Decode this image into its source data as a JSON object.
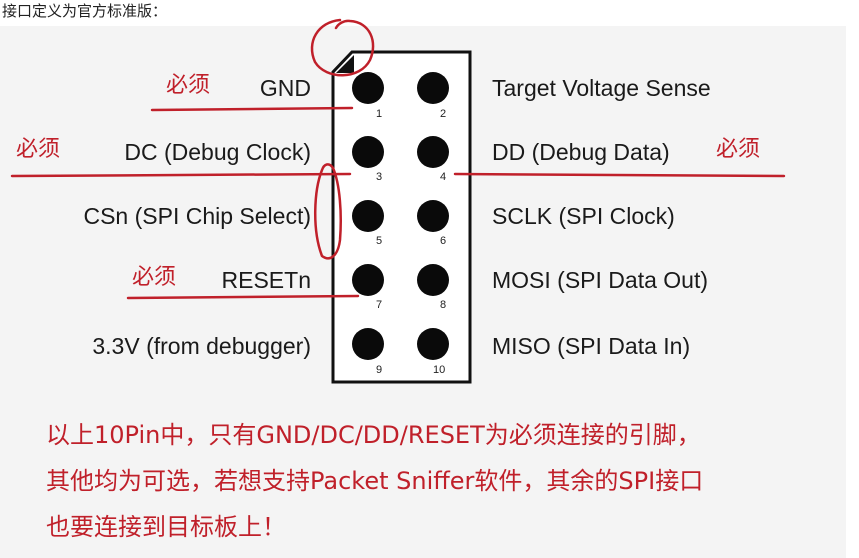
{
  "intro_text": "接口定义为官方标准版：",
  "required_marker": "必须",
  "left_labels": [
    "GND",
    "DC (Debug Clock)",
    "CSn (SPI Chip Select)",
    "RESETn",
    "3.3V (from debugger)"
  ],
  "right_labels": [
    "Target Voltage Sense",
    "DD (Debug Data)",
    "SCLK (SPI Clock)",
    "MOSI (SPI Data Out)",
    "MISO (SPI Data In)"
  ],
  "pin_numbers": [
    "1",
    "2",
    "3",
    "4",
    "5",
    "6",
    "7",
    "8",
    "9",
    "10"
  ],
  "required_pins": [
    "GND",
    "DC (Debug Clock)",
    "DD (Debug Data)",
    "RESETn"
  ],
  "note_lines": [
    "以上10Pin中，只有GND/DC/DD/RESET为必须连接的引脚，",
    "其他均为可选，若想支持Packet Sniffer软件，其余的SPI接口",
    "也要连接到目标板上！"
  ],
  "colors": {
    "annotation": "#c0202a",
    "header_border": "#111111",
    "pin_dot": "#0a0a0a"
  }
}
